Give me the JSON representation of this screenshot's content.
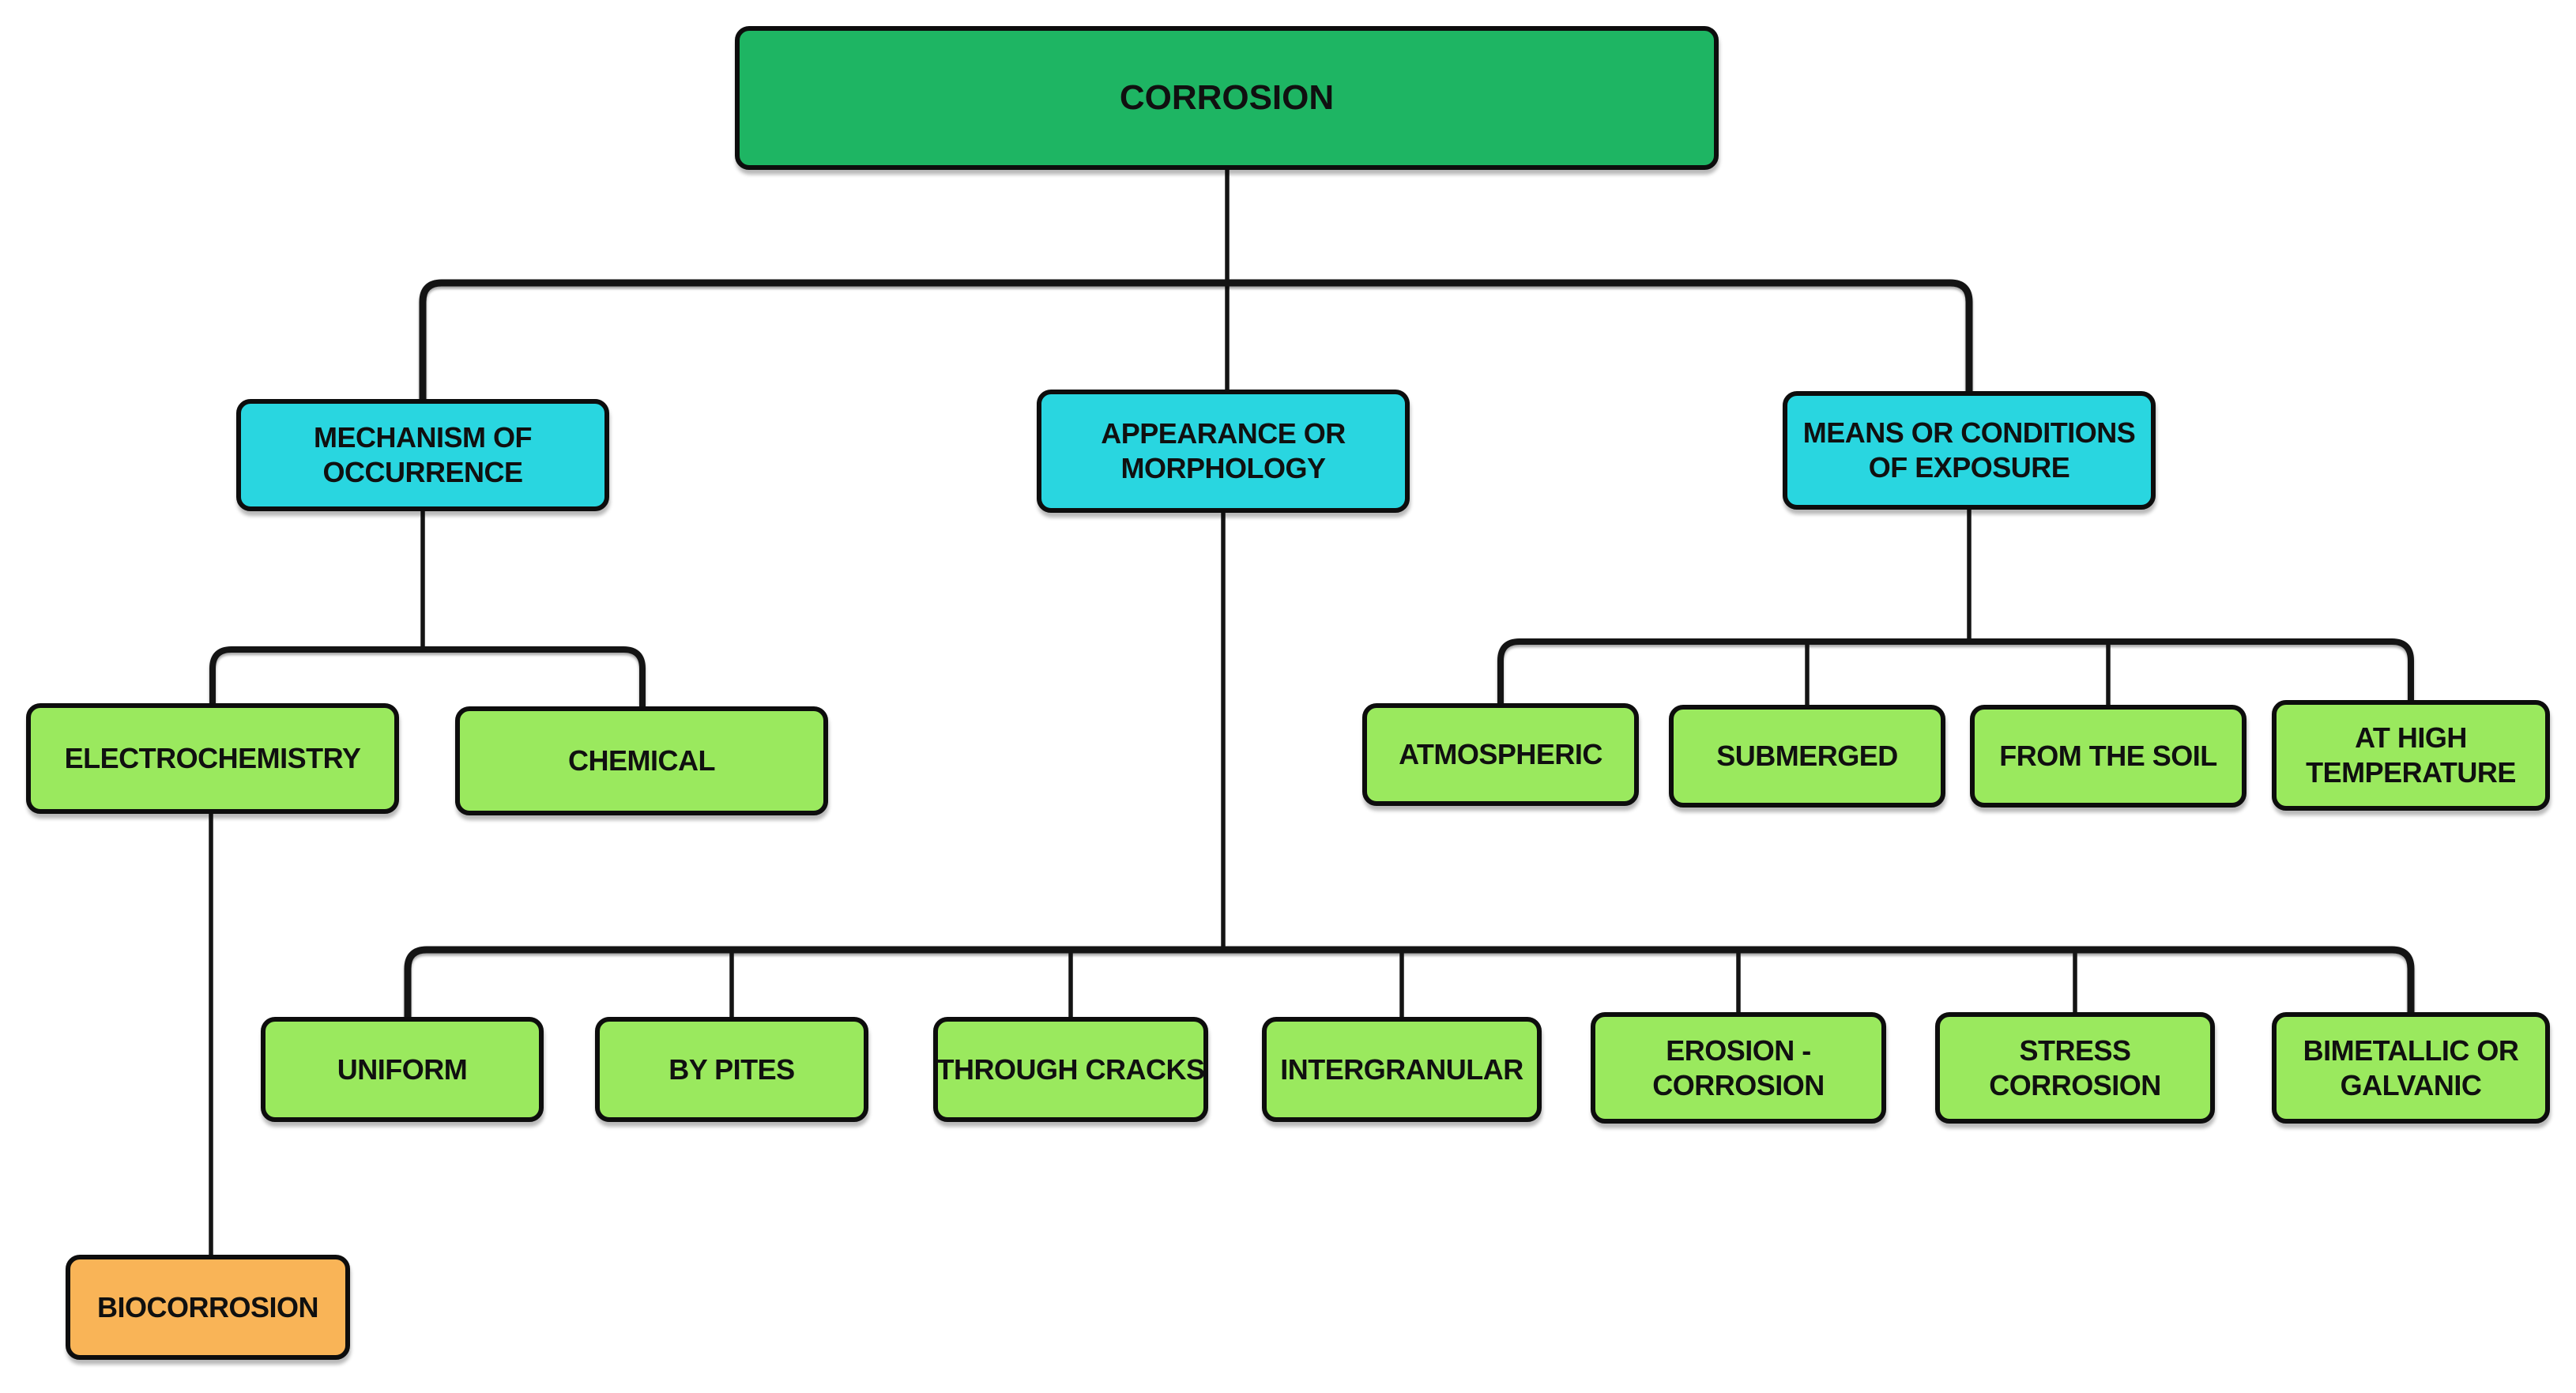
{
  "diagram": {
    "title": "CORROSION",
    "palette": {
      "root": "#1eb563",
      "category": "#29d6e0",
      "leaf": "#9ae95e",
      "special": "#f9b457",
      "line": "#141414",
      "border": "#0d0d0d",
      "background": "#ffffff"
    },
    "nodes": [
      {
        "id": "corrosion",
        "role": "root",
        "lines": [
          "CORROSION"
        ]
      },
      {
        "id": "mechanism",
        "role": "category",
        "lines": [
          "MECHANISM OF",
          "OCCURRENCE"
        ]
      },
      {
        "id": "appearance",
        "role": "category",
        "lines": [
          "APPEARANCE OR",
          "MORPHOLOGY"
        ]
      },
      {
        "id": "means",
        "role": "category",
        "lines": [
          "MEANS OR CONDITIONS",
          "OF EXPOSURE"
        ]
      },
      {
        "id": "electrochemistry",
        "role": "leaf",
        "lines": [
          "ELECTROCHEMISTRY"
        ]
      },
      {
        "id": "chemical",
        "role": "leaf",
        "lines": [
          "CHEMICAL"
        ]
      },
      {
        "id": "biocorrosion",
        "role": "special",
        "lines": [
          "BIOCORROSION"
        ]
      },
      {
        "id": "uniform",
        "role": "leaf",
        "lines": [
          "UNIFORM"
        ]
      },
      {
        "id": "by_pites",
        "role": "leaf",
        "lines": [
          "BY PITES"
        ]
      },
      {
        "id": "through_cracks",
        "role": "leaf",
        "lines": [
          "THROUGH CRACKS"
        ]
      },
      {
        "id": "intergranular",
        "role": "leaf",
        "lines": [
          "INTERGRANULAR"
        ]
      },
      {
        "id": "erosion_corrosion",
        "role": "leaf",
        "lines": [
          "EROSION -",
          "CORROSION"
        ]
      },
      {
        "id": "stress_corrosion",
        "role": "leaf",
        "lines": [
          "STRESS",
          "CORROSION"
        ]
      },
      {
        "id": "bimetallic_galvanic",
        "role": "leaf",
        "lines": [
          "BIMETALLIC OR",
          "GALVANIC"
        ]
      },
      {
        "id": "atmospheric",
        "role": "leaf",
        "lines": [
          "ATMOSPHERIC"
        ]
      },
      {
        "id": "submerged",
        "role": "leaf",
        "lines": [
          "SUBMERGED"
        ]
      },
      {
        "id": "from_the_soil",
        "role": "leaf",
        "lines": [
          "FROM THE SOIL"
        ]
      },
      {
        "id": "at_high_temperature",
        "role": "leaf",
        "lines": [
          "AT HIGH",
          "TEMPERATURE"
        ]
      }
    ],
    "edges": [
      {
        "from": "corrosion",
        "to": "mechanism"
      },
      {
        "from": "corrosion",
        "to": "appearance"
      },
      {
        "from": "corrosion",
        "to": "means"
      },
      {
        "from": "mechanism",
        "to": "electrochemistry"
      },
      {
        "from": "mechanism",
        "to": "chemical"
      },
      {
        "from": "electrochemistry",
        "to": "biocorrosion"
      },
      {
        "from": "appearance",
        "to": "uniform"
      },
      {
        "from": "appearance",
        "to": "by_pites"
      },
      {
        "from": "appearance",
        "to": "through_cracks"
      },
      {
        "from": "appearance",
        "to": "intergranular"
      },
      {
        "from": "appearance",
        "to": "erosion_corrosion"
      },
      {
        "from": "appearance",
        "to": "stress_corrosion"
      },
      {
        "from": "appearance",
        "to": "bimetallic_galvanic"
      },
      {
        "from": "means",
        "to": "atmospheric"
      },
      {
        "from": "means",
        "to": "submerged"
      },
      {
        "from": "means",
        "to": "from_the_soil"
      },
      {
        "from": "means",
        "to": "at_high_temperature"
      }
    ]
  }
}
